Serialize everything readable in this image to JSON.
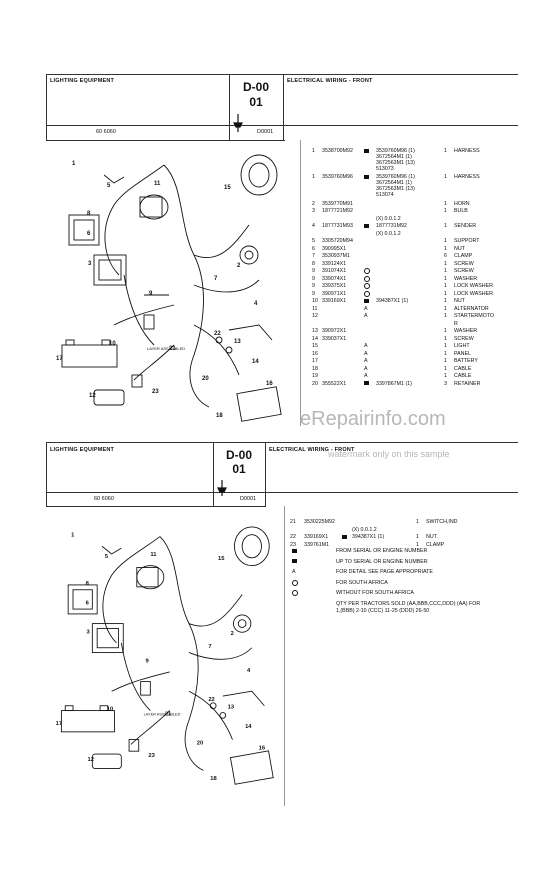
{
  "page1": {
    "section_left": "LIGHTING EQUIPMENT",
    "code": "D-00",
    "code_sub": "01",
    "section_right": "ELECTRICAL WIRING - FRONT",
    "model": "60 6060",
    "ref": "D0001",
    "diagram_caption": "LAYER ASSEMBLED",
    "callouts": [
      "1",
      "11",
      "15",
      "5",
      "6",
      "8",
      "3",
      "2",
      "7",
      "4",
      "9",
      "10",
      "22",
      "13",
      "14",
      "17",
      "21",
      "20",
      "12",
      "23",
      "16",
      "18"
    ],
    "parts": [
      {
        "no": "1",
        "part": "3538700M92",
        "sym": "box",
        "alt": [
          "3539760M96  (1)",
          "3672564M1  (1)",
          "3672563M1  (13)",
          "513073"
        ],
        "qty": "1",
        "desc": "HARNESS"
      },
      {
        "no": "1",
        "part": "3539760M96",
        "sym": "box",
        "alt": [
          "3539760M96  (1)",
          "3672564M1  (1)",
          "3672563M1  (13)",
          "513074"
        ],
        "qty": "1",
        "desc": "HARNESS"
      },
      {
        "no": "2",
        "part": "3539770M91",
        "sym": "",
        "alt": [],
        "qty": "1",
        "desc": "HORN"
      },
      {
        "no": "3",
        "part": "1877721M92",
        "sym": "",
        "alt": [],
        "qty": "1",
        "desc": "BULB"
      },
      {
        "no": "",
        "part": "",
        "sym": "",
        "alt": [
          "(X) 0.0.1.2"
        ],
        "qty": "",
        "desc": ""
      },
      {
        "no": "4",
        "part": "1877731M93",
        "sym": "box",
        "alt": [
          "1877731M92"
        ],
        "qty": "1",
        "desc": "SENDER"
      },
      {
        "no": "",
        "part": "",
        "sym": "",
        "alt": [
          "(X) 0.0.1.2"
        ],
        "qty": "",
        "desc": ""
      },
      {
        "no": "5",
        "part": "3305720M94",
        "sym": "",
        "alt": [],
        "qty": "1",
        "desc": "SUPPORT"
      },
      {
        "no": "6",
        "part": "390995X1",
        "sym": "",
        "alt": [],
        "qty": "1",
        "desc": "NUT"
      },
      {
        "no": "7",
        "part": "3530937M1",
        "sym": "",
        "alt": [],
        "qty": "6",
        "desc": "CLAMP"
      },
      {
        "no": "8",
        "part": "339124X1",
        "sym": "",
        "alt": [],
        "qty": "1",
        "desc": "SCREW"
      },
      {
        "no": "9",
        "part": "391074X1",
        "sym": "circ",
        "alt": [],
        "qty": "1",
        "desc": "SCREW"
      },
      {
        "no": "9",
        "part": "339074X1",
        "sym": "circ",
        "alt": [],
        "qty": "1",
        "desc": "WASHER"
      },
      {
        "no": "9",
        "part": "339375X1",
        "sym": "circ",
        "alt": [],
        "qty": "1",
        "desc": "LOCK WASHER"
      },
      {
        "no": "9",
        "part": "390971X1",
        "sym": "circ",
        "alt": [],
        "qty": "1",
        "desc": "LOCK WASHER"
      },
      {
        "no": "10",
        "part": "339169X1",
        "sym": "box",
        "alt": [
          "394387X1  (1)"
        ],
        "qty": "1",
        "desc": "NUT"
      },
      {
        "no": "11",
        "part": "",
        "sym": "A",
        "alt": [],
        "qty": "1",
        "desc": "ALTERNATOR"
      },
      {
        "no": "12",
        "part": "",
        "sym": "A",
        "alt": [],
        "qty": "1",
        "desc": "STARTERMOTO"
      },
      {
        "no": "",
        "part": "",
        "sym": "",
        "alt": [],
        "qty": "",
        "desc": "R"
      },
      {
        "no": "13",
        "part": "390972X1",
        "sym": "",
        "alt": [],
        "qty": "1",
        "desc": "WASHER"
      },
      {
        "no": "14",
        "part": "339037X1",
        "sym": "",
        "alt": [],
        "qty": "1",
        "desc": "SCREW"
      },
      {
        "no": "15",
        "part": "",
        "sym": "A",
        "alt": [],
        "qty": "1",
        "desc": "LIGHT"
      },
      {
        "no": "16",
        "part": "",
        "sym": "A",
        "alt": [],
        "qty": "1",
        "desc": "PANEL"
      },
      {
        "no": "17",
        "part": "",
        "sym": "A",
        "alt": [],
        "qty": "1",
        "desc": "BATTERY"
      },
      {
        "no": "18",
        "part": "",
        "sym": "A",
        "alt": [],
        "qty": "1",
        "desc": "CABLE"
      },
      {
        "no": "19",
        "part": "",
        "sym": "A",
        "alt": [],
        "qty": "1",
        "desc": "CABLE"
      },
      {
        "no": "20",
        "part": "355522X1",
        "sym": "box",
        "alt": [
          "3397867M1  (1)"
        ],
        "qty": "3",
        "desc": "RETAINER"
      }
    ]
  },
  "page2": {
    "section_left": "LIGHTING EQUIPMENT",
    "code": "D-00",
    "code_sub": "01",
    "section_right": "ELECTRICAL WIRING - FRONT",
    "model": "60 6060",
    "ref": "D0001",
    "parts": [
      {
        "no": "21",
        "part": "3530225M92",
        "sym": "",
        "alt": [],
        "qty": "1",
        "desc": "SWITCH,IND"
      },
      {
        "no": "",
        "part": "",
        "sym": "",
        "alt": [
          "(X) 0.0.1.2"
        ],
        "qty": "",
        "desc": ""
      },
      {
        "no": "22",
        "part": "339169X1",
        "sym": "box",
        "alt": [
          "394387X1  (1)"
        ],
        "qty": "1",
        "desc": "NUT"
      },
      {
        "no": "23",
        "part": "339761M1",
        "sym": "",
        "alt": [],
        "qty": "1",
        "desc": "CLAMP"
      }
    ],
    "legend": [
      {
        "sym": "box",
        "text": "FROM SERIAL OR ENGINE NUMBER"
      },
      {
        "sym": "box",
        "text": "UP TO SERIAL OR ENGINE NUMBER"
      },
      {
        "sym": "A",
        "text": "FOR DETAIL SEE PAGE APPROPRIATE"
      },
      {
        "sym": "circ",
        "text": "FOR SOUTH AFRICA"
      },
      {
        "sym": "circ",
        "text": "WITHOUT FOR SOUTH AFRICA"
      },
      {
        "sym": "",
        "text": "QTY PER TRACTORS SOLD  (AA,BBB,CCC,DDD)  (AA) FOR"
      },
      {
        "sym": "",
        "text": "1,(BBB) 2-10 (CCC) 11-25 (DDD) 26-50"
      }
    ]
  },
  "watermark": {
    "brand": "eRepairinfo.com",
    "note": "watermark only on this sample"
  }
}
